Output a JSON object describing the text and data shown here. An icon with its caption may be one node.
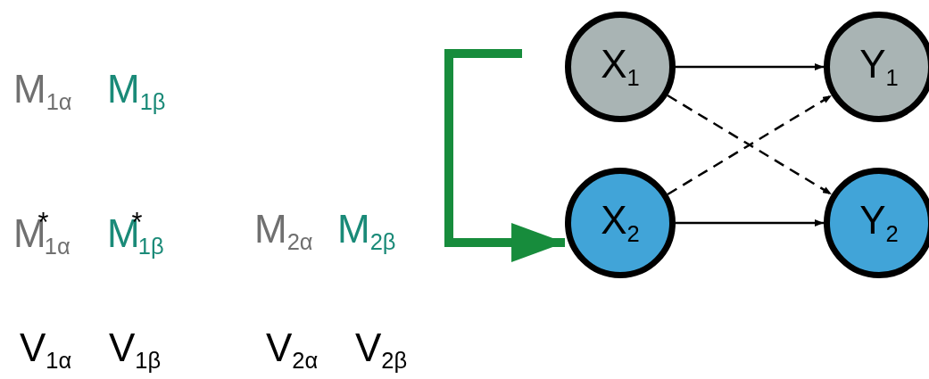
{
  "diagram": {
    "nodes": [
      {
        "text": [
          "X$_{1}$"
        ]
      },
      {
        "text": [
          "Y$_{1}$"
        ]
      },
      {
        "text": [
          "X$_{2}$"
        ]
      },
      {
        "text": [
          "Y$_{2}$"
        ]
      }
    ],
    "edges": [
      {
        "from": 0,
        "to": 1,
        "arrow": "to"
      },
      {
        "from": 2,
        "to": 3,
        "arrow": "to"
      },
      {
        "from": 0,
        "to": 3,
        "arrow": "to",
        "style": "dashed"
      },
      {
        "from": 2,
        "to": 1,
        "arrow": "to",
        "style": "dashed"
      },
      {
        "from": null,
        "to": 2,
        "arrow": "to",
        "style": "thick",
        "color": "#178c3c"
      }
    ],
    "labels": [
      "M$_{1α}$",
      "M$_{1β}$",
      "M$^{*}$$_{1α}$",
      "M$^{*}$$_{1β}$",
      "M$_{2α}$",
      "M$_{2β}$",
      "V$_{1α}$",
      "V$_{1β}$",
      "V$_{2α}$",
      "V$_{2β}$"
    ]
  }
}
